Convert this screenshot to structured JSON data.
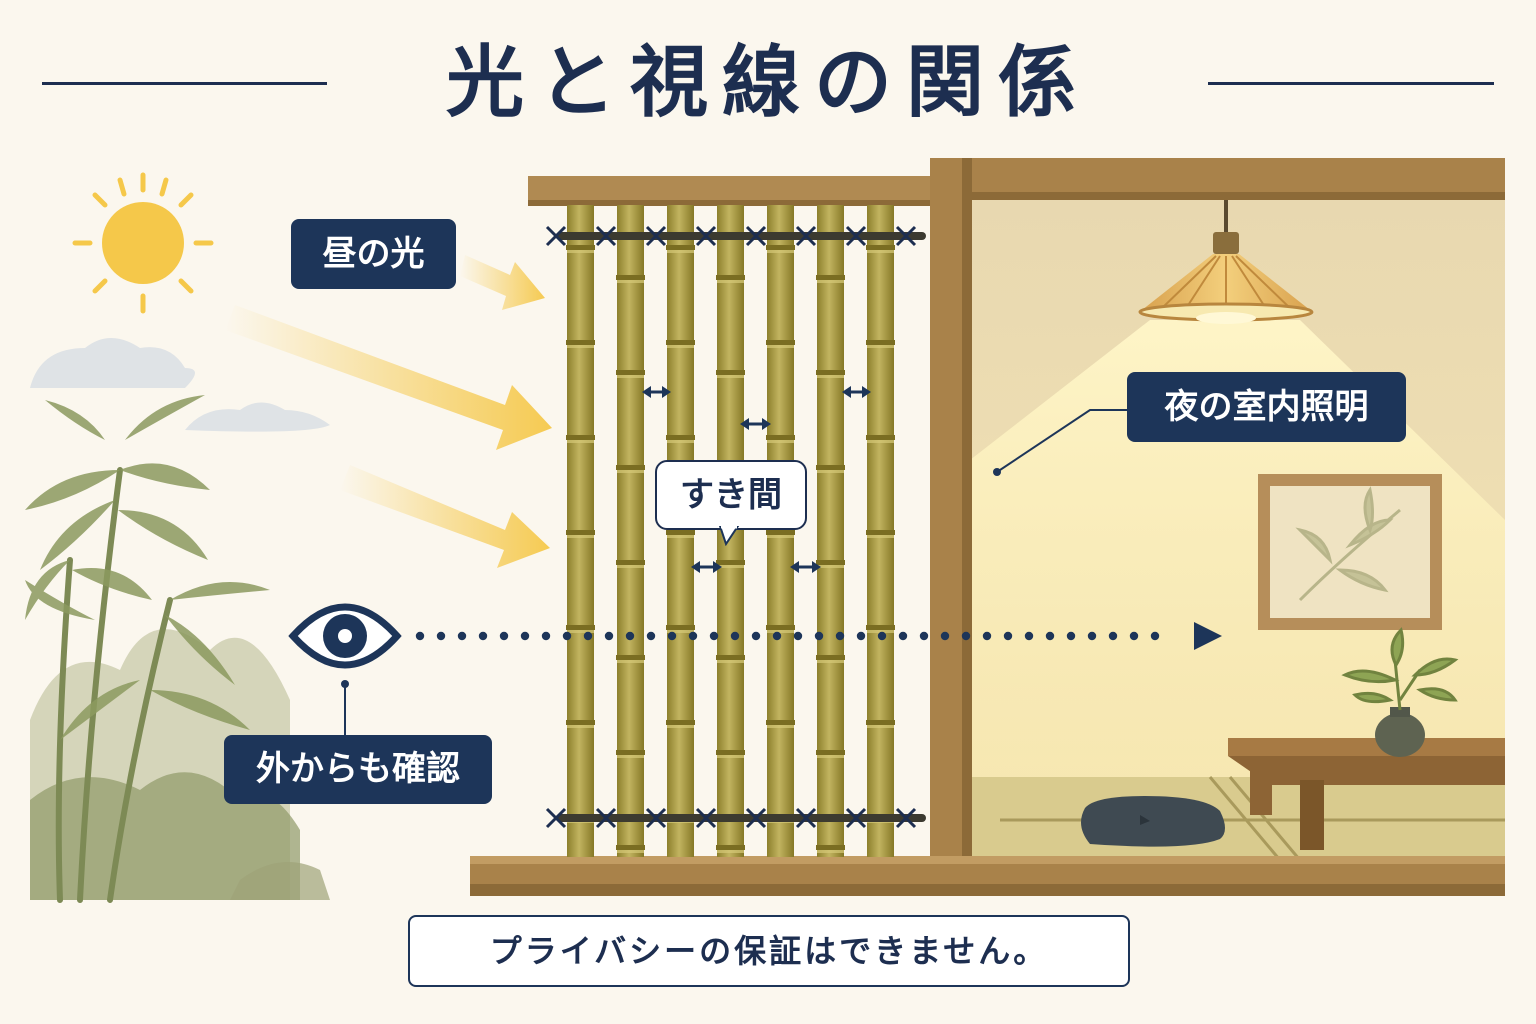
{
  "title": "光と視線の関係",
  "labels": {
    "daylight": "昼の光",
    "gap": "すき間",
    "night_light": "夜の室内照明",
    "outside_view": "外からも確認"
  },
  "footer": "プライバシーの保証はできません。",
  "colors": {
    "navy": "#1d3559",
    "background": "#fbf7ee",
    "sunlight": "#f5c84a",
    "bamboo": "#a89a3e",
    "wood": "#a9824a",
    "room_wall": "#f6e6b0"
  },
  "icons": [
    "sun-icon",
    "eye-icon",
    "pendant-lamp-icon",
    "bamboo-plant-icon",
    "framed-picture-icon",
    "potted-plant-icon",
    "floor-cushion-icon",
    "low-table-icon"
  ]
}
